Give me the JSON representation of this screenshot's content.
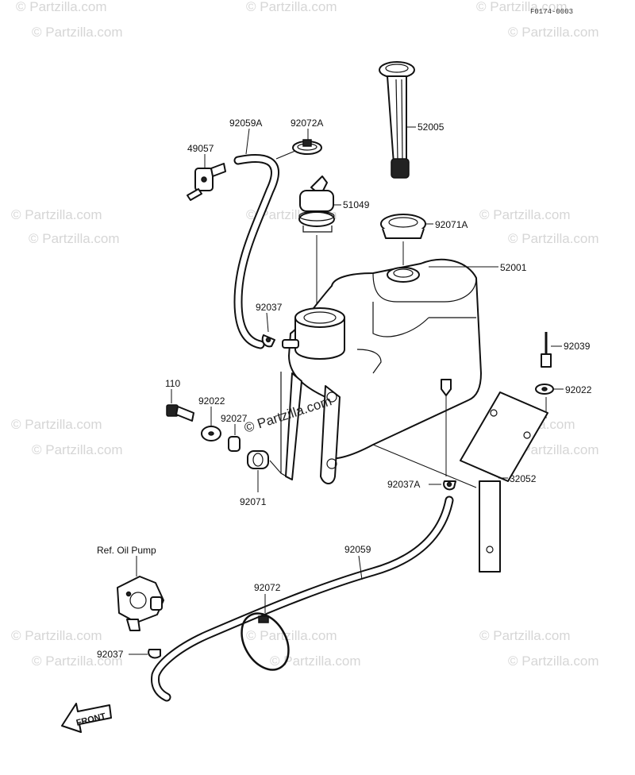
{
  "ref_code": "F0174-0003",
  "watermark": "© Partzilla.com",
  "watermark_center": "© Partzilla.com",
  "labels": {
    "p52005": "52005",
    "p92059A": "92059A",
    "p92072A": "92072A",
    "p49057": "49057",
    "p51049": "51049",
    "p92071A": "92071A",
    "p52001": "52001",
    "p92037": "92037",
    "p92039": "92039",
    "p92022r": "92022",
    "p110": "110",
    "p92022l": "92022",
    "p92027": "92027",
    "p92071": "92071",
    "p92037A": "92037A",
    "p32052": "32052",
    "p92059": "92059",
    "refOilPump": "Ref. Oil Pump",
    "p92072": "92072",
    "p92037b": "92037"
  },
  "front_label": "FRONT",
  "icons": [
    "front-arrow-icon"
  ]
}
